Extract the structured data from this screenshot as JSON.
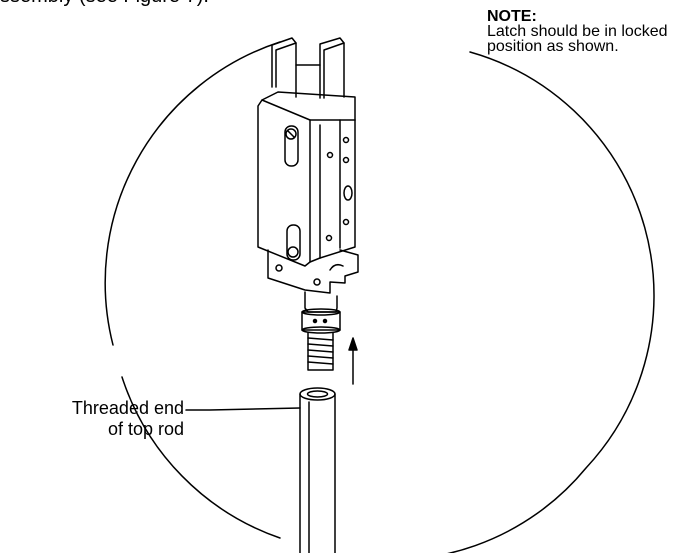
{
  "caption_fragment": "ssembly (see Figure 7).",
  "note": {
    "title": "NOTE:",
    "lines": [
      "Latch should be in locked",
      "position as shown."
    ]
  },
  "callout": {
    "line1": "Threaded end",
    "line2": "of top rod"
  }
}
